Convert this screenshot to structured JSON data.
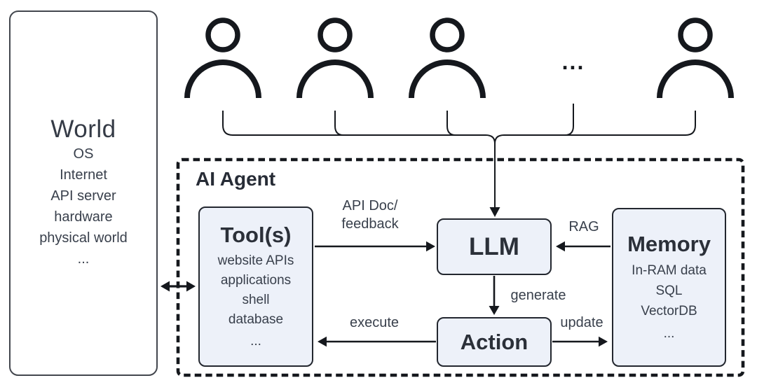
{
  "world": {
    "title": "World",
    "items": [
      "OS",
      "Internet",
      "API server",
      "hardware",
      "physical world",
      "..."
    ]
  },
  "users": {
    "ellipsis": "..."
  },
  "agent": {
    "label": "AI Agent",
    "tools": {
      "title": "Tool(s)",
      "items": [
        "website APIs",
        "applications",
        "shell",
        "database",
        "..."
      ]
    },
    "llm": {
      "title": "LLM"
    },
    "action": {
      "title": "Action"
    },
    "memory": {
      "title": "Memory",
      "items": [
        "In-RAM data",
        "SQL",
        "VectorDB",
        "..."
      ]
    }
  },
  "edges": {
    "tools_to_llm_line1": "API Doc/",
    "tools_to_llm_line2": "feedback",
    "memory_to_llm": "RAG",
    "llm_to_action": "generate",
    "action_to_tools": "execute",
    "action_to_memory": "update"
  },
  "colors": {
    "node_fill": "#edf1f9",
    "node_border": "#23272f",
    "line": "#15181d",
    "title_text": "#2b3039",
    "body_text": "#39404c"
  }
}
